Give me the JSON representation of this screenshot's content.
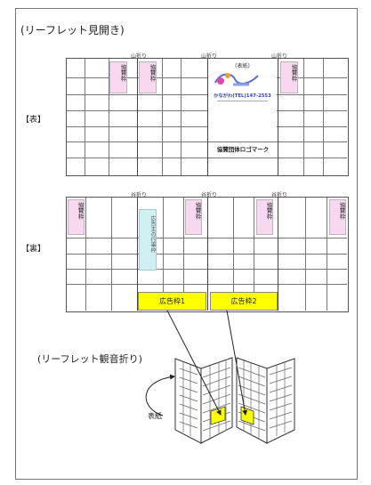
{
  "diagram": {
    "title_spread": "(リーフレット見開き)",
    "title_fold": "(リーフレット観音折り)",
    "front": {
      "side_label": "【表】",
      "fold_labels": [
        "山折り",
        "山折り",
        "山折り"
      ],
      "sponsor_boxes": [
        "協賛枠",
        "協賛枠",
        "協賛枠"
      ],
      "card_heading": "(表紙)",
      "card_tel": "かながわ(TEL)147-2553",
      "logo_label": "協賛団体ロゴマーク"
    },
    "back": {
      "side_label": "【裏】",
      "fold_labels": [
        "谷折り",
        "谷折り",
        "谷折り"
      ],
      "sponsor_boxes": [
        "協賛枠",
        "協賛枠",
        "協賛枠",
        "協賛枠"
      ],
      "event_box": "広告主の行事枠",
      "ad_boxes": [
        "広告枠1",
        "広告枠2"
      ]
    },
    "fold_diagram": {
      "cover_label": "表紙"
    },
    "colors": {
      "sponsor": "#f8d8f0",
      "event": "#cfeff2",
      "ad": "#ffff00"
    }
  }
}
